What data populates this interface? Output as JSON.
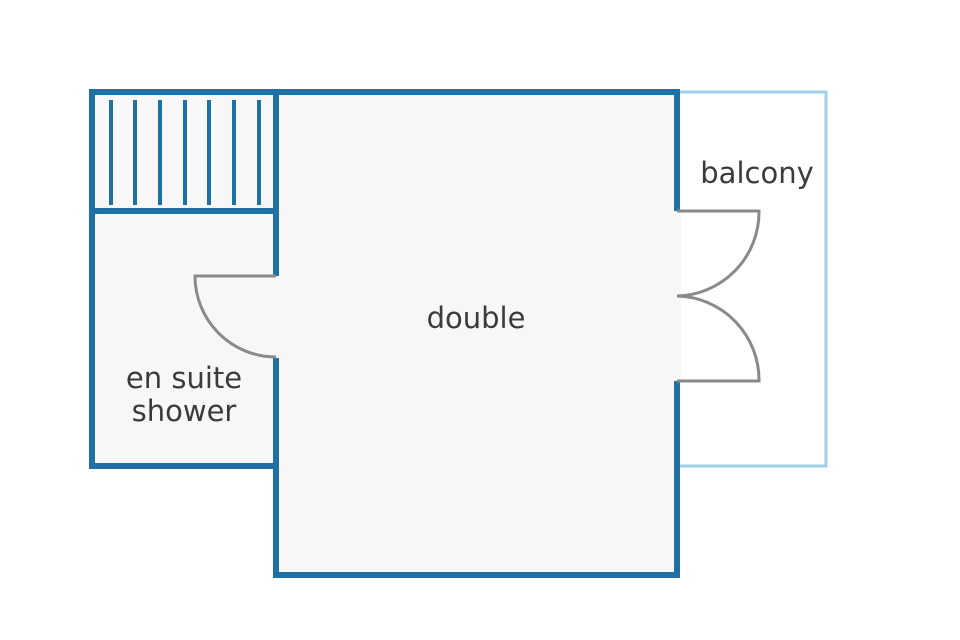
{
  "rooms": {
    "double": {
      "label": "double"
    },
    "en_suite": {
      "line1": "en suite",
      "line2": "shower"
    },
    "balcony": {
      "label": "balcony"
    }
  },
  "colors": {
    "background": "#ffffff",
    "room_fill": "#f7f7f8",
    "wall": "#1f70a5",
    "balcony_outline": "#9fd0ea",
    "door": "#8a8a8a",
    "text": "#3b3b3b"
  },
  "icons": {
    "shower": "shower-tray-slats",
    "door": "door-swing-arc"
  }
}
